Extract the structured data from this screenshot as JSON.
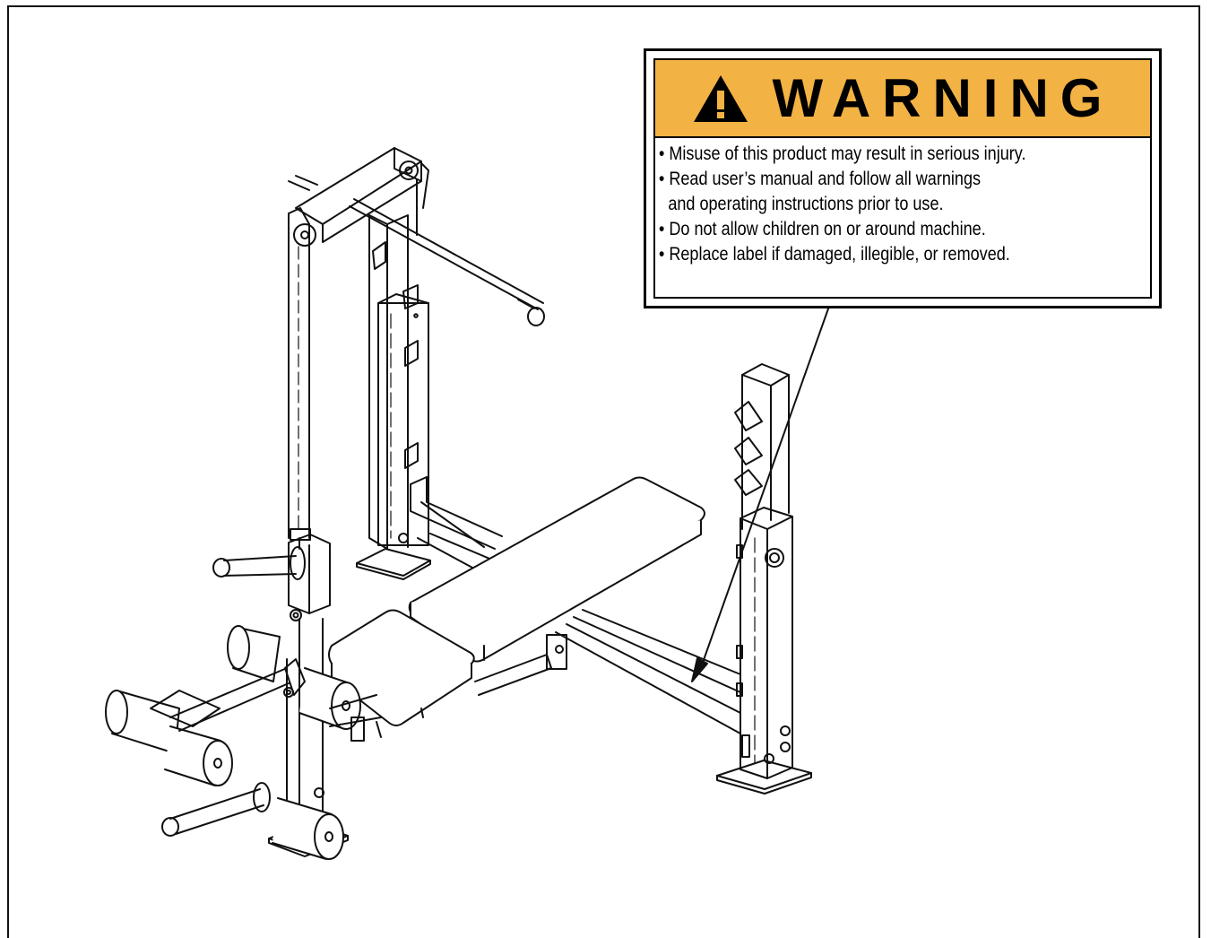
{
  "warning_label": {
    "heading": "WARNING",
    "lines": [
      "• Misuse of this product may result in serious injury.",
      "• Read user’s manual and follow all warnings",
      "and operating instructions prior to use.",
      "• Do not allow children on or around machine.",
      "• Replace label if damaged, illegible, or  removed."
    ]
  },
  "colors": {
    "banner": "#f3b244",
    "line": "#111111",
    "background": "#ffffff"
  },
  "icons": [
    "warning-triangle-icon"
  ]
}
